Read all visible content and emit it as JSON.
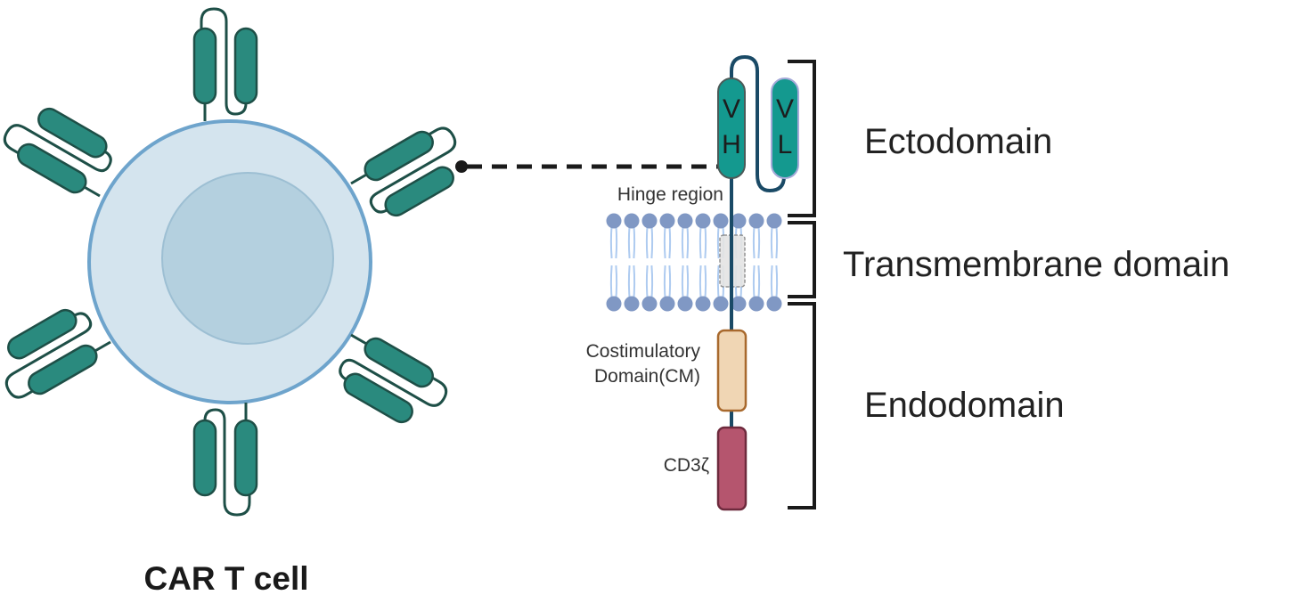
{
  "diagram": {
    "cell_label": "CAR T cell",
    "regions": [
      {
        "label": "Ectodomain"
      },
      {
        "label": "Transmembrane domain"
      },
      {
        "label": "Endodomain"
      }
    ],
    "parts": {
      "vh": {
        "line1": "V",
        "line2": "H"
      },
      "vl": {
        "line1": "V",
        "line2": "L"
      },
      "hinge": "Hinge region",
      "costim_line1": "Costimulatory",
      "costim_line2": "Domain(CM)",
      "cd3z": "CD3ζ"
    },
    "colors": {
      "receptor_teal": "#2a8a7e",
      "receptor_outline": "#1e4f47",
      "cell_membrane": "#6ea4cc",
      "cell_fill": "#d4e4ee",
      "nucleus_fill": "#b4d0df",
      "lipid_head": "#8098c4",
      "lipid_tail": "#aecbf0",
      "linker": "#1a4a66",
      "costim_fill": "#f0d6b4",
      "costim_outline": "#a8692d",
      "cd3z_fill": "#b5556e",
      "cd3z_outline": "#6e2a3d",
      "bracket": "#1a1a1a"
    }
  }
}
